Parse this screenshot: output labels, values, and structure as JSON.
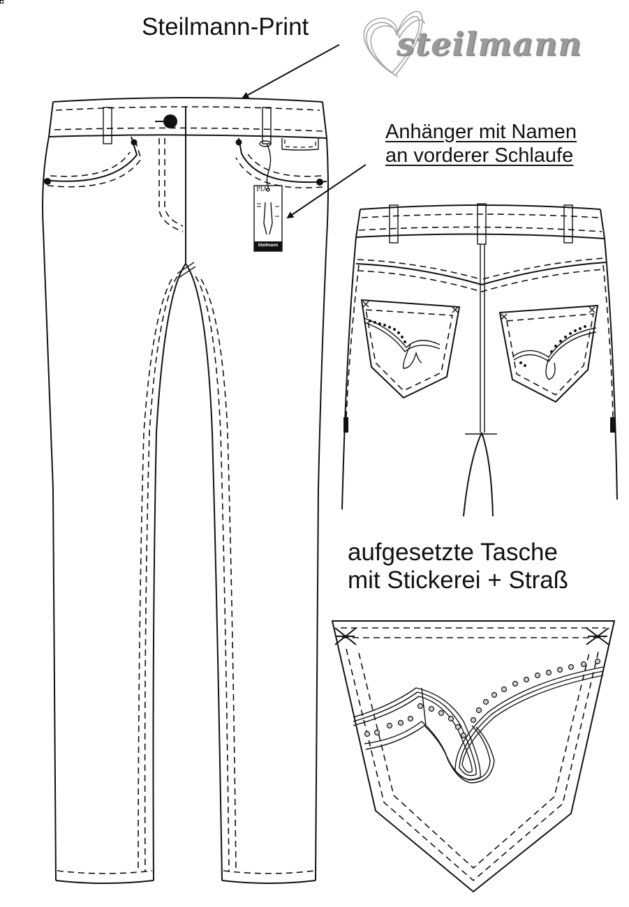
{
  "labels": {
    "print": "Steilmann-Print",
    "tag_line1": "Anhänger mit Namen",
    "tag_line2": "an vorderer Schlaufe",
    "pocket_line1": "aufgesetzte Tasche",
    "pocket_line2": "mit Stickerei + Straß"
  },
  "logo": {
    "text": "steilmann",
    "color": "#9a9a9a"
  },
  "hangtag": {
    "name": "PIA",
    "brand": "Steilmann"
  },
  "icons": [
    "heart-logo-icon",
    "arrow-icon",
    "rhinestone-icon",
    "bartack-icon"
  ]
}
